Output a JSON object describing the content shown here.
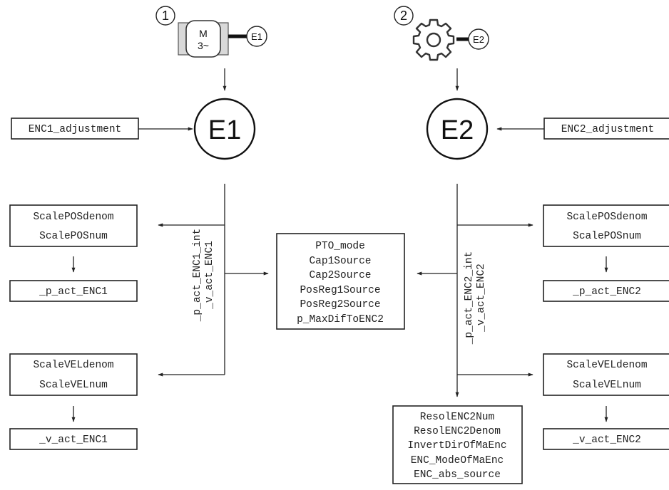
{
  "left": {
    "number": "1",
    "motor_line1": "M",
    "motor_line2": "3~",
    "small_encoder": "E1",
    "encoder": "E1",
    "adjustment": "ENC1_adjustment",
    "pos_scale": [
      "ScalePOSdenom",
      "ScalePOSnum"
    ],
    "pos_out": "_p_act_ENC1",
    "vel_scale": [
      "ScaleVELdenom",
      "ScaleVELnum"
    ],
    "vel_out": "_v_act_ENC1",
    "signals": [
      "_p_act_ENC1_int",
      "_v_act_ENC1"
    ]
  },
  "right": {
    "number": "2",
    "small_encoder": "E2",
    "encoder": "E2",
    "adjustment": "ENC2_adjustment",
    "pos_scale": [
      "ScalePOSdenom",
      "ScalePOSnum"
    ],
    "pos_out": "_p_act_ENC2",
    "vel_scale": [
      "ScaleVELdenom",
      "ScaleVELnum"
    ],
    "vel_out": "_v_act_ENC2",
    "signals": [
      "_p_act_ENC2_int",
      "_v_act_ENC2"
    ],
    "params": [
      "ResolENC2Num",
      "ResolENC2Denom",
      "InvertDirOfMaEnc",
      "ENC_ModeOfMaEnc",
      "ENC_abs_source"
    ]
  },
  "center": {
    "params": [
      "PTO_mode",
      "Cap1Source",
      "Cap2Source",
      "PosReg1Source",
      "PosReg2Source",
      "p_MaxDifToENC2"
    ]
  }
}
